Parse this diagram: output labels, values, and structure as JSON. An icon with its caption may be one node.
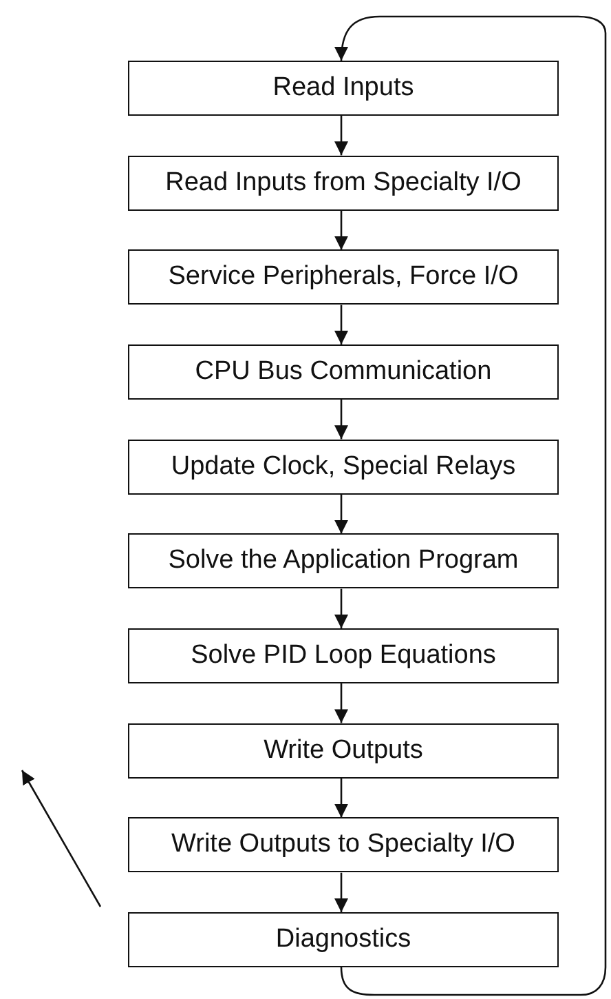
{
  "diagram": {
    "nodes": [
      {
        "text": [
          "Read Inputs"
        ]
      },
      {
        "text": [
          "Read Inputs from Specialty I/O"
        ]
      },
      {
        "text": [
          "Service Peripherals, Force I/O"
        ]
      },
      {
        "text": [
          "CPU Bus Communication"
        ]
      },
      {
        "text": [
          "Update Clock, Special Relays"
        ]
      },
      {
        "text": [
          "Solve the Application Program"
        ]
      },
      {
        "text": [
          "Solve PID Loop Equations"
        ]
      },
      {
        "text": [
          "Write Outputs"
        ]
      },
      {
        "text": [
          "Write Outputs to Specialty I/O"
        ]
      },
      {
        "text": [
          "Diagnostics"
        ]
      }
    ],
    "edges": [
      {
        "from": 0,
        "to": 1,
        "arrow": "to"
      },
      {
        "from": 1,
        "to": 2,
        "arrow": "to"
      },
      {
        "from": 2,
        "to": 3,
        "arrow": "to"
      },
      {
        "from": 3,
        "to": 4,
        "arrow": "to"
      },
      {
        "from": 4,
        "to": 5,
        "arrow": "to"
      },
      {
        "from": 5,
        "to": 6,
        "arrow": "to"
      },
      {
        "from": 6,
        "to": 7,
        "arrow": "to"
      },
      {
        "from": 7,
        "to": 8,
        "arrow": "to"
      },
      {
        "from": 8,
        "to": 9,
        "arrow": "to"
      },
      {
        "from": 9,
        "to": 0,
        "arrow": "to"
      }
    ]
  }
}
